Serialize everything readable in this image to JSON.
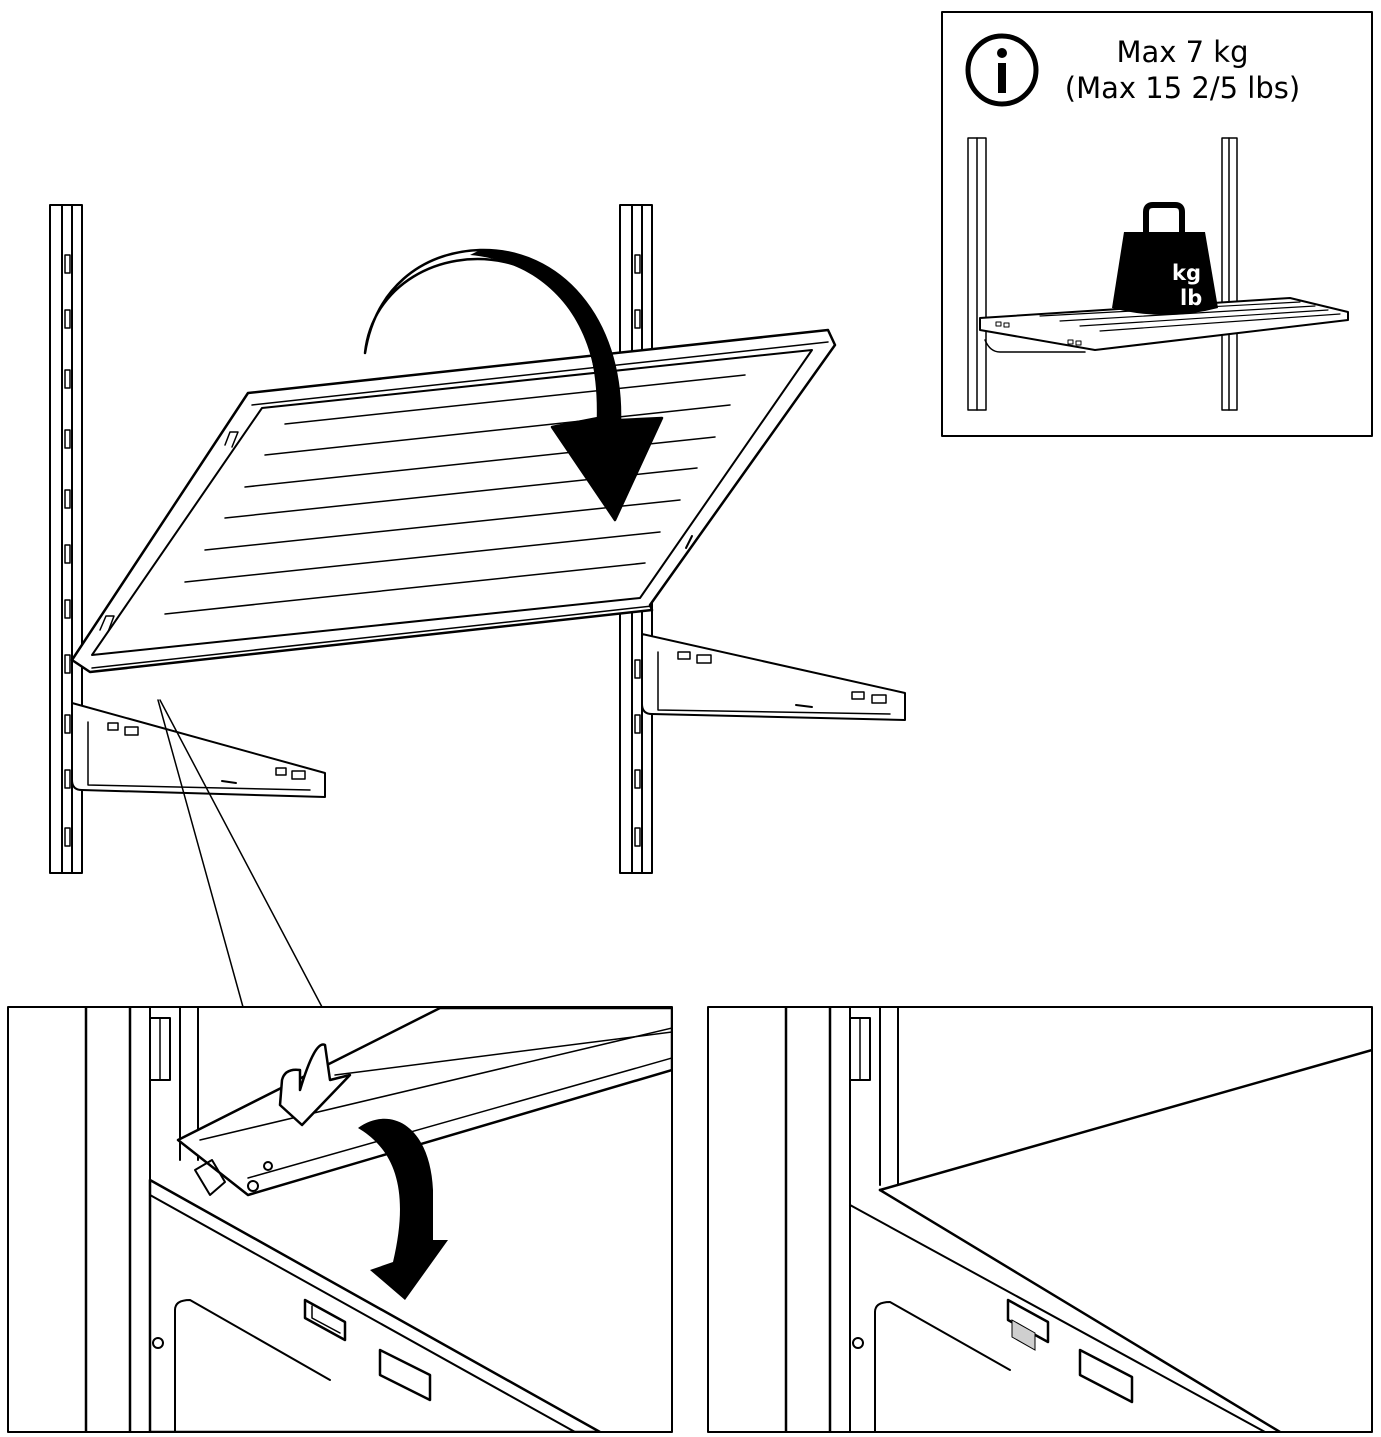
{
  "info_panel": {
    "icon": "info-icon",
    "max_kg": "Max 7 kg",
    "max_lbs": "(Max 15 2/5 lbs)",
    "weight_unit_1": "kg",
    "weight_unit_2": "lb"
  },
  "colors": {
    "ink": "#000000",
    "background": "#ffffff",
    "clip_highlight": "#cfcfcf"
  },
  "steps": [
    {
      "name": "tilt-shelf-onto-brackets",
      "arrow": "curved-arrow-down"
    },
    {
      "name": "detail-hook-shelf-edge",
      "arrow": "curved-arrow-down"
    },
    {
      "name": "detail-shelf-seated",
      "arrow": ""
    }
  ]
}
